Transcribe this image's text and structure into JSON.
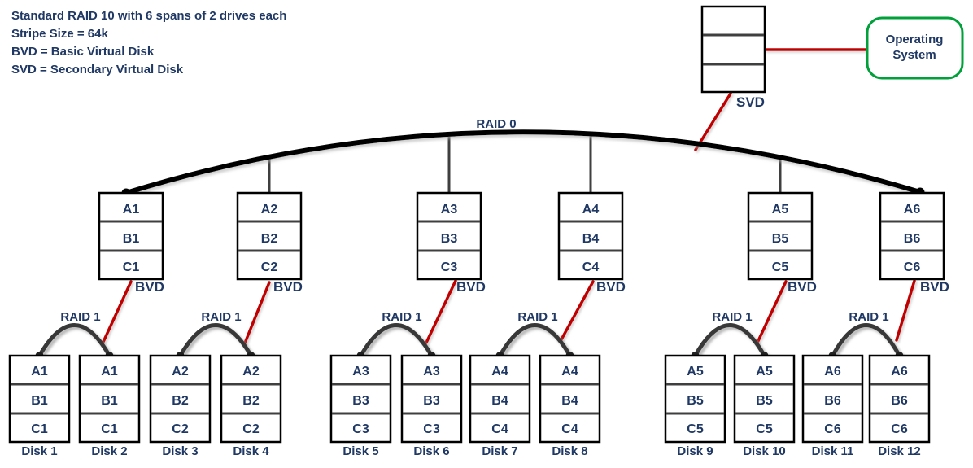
{
  "legend": {
    "lines": [
      "Standard RAID 10 with 6 spans of 2 drives each",
      "Stripe Size = 64k",
      "BVD = Basic Virtual Disk",
      "SVD = Secondary Virtual Disk"
    ]
  },
  "svd": {
    "label": "SVD"
  },
  "operating_system": {
    "lines": [
      "Operating",
      "System"
    ]
  },
  "raid0": {
    "label": "RAID 0"
  },
  "colors": {
    "text_navy": "#1F3864",
    "connector_red": "#C00000",
    "os_border_green": "#00A13A",
    "arc_black": "#000000",
    "divider_gray": "#3F3F3F"
  },
  "groups": [
    {
      "raid1_label": "RAID 1",
      "bvd": {
        "label": "BVD",
        "cells": [
          "A1",
          "B1",
          "C1"
        ]
      },
      "disks": [
        {
          "name": "Disk 1",
          "cells": [
            "A1",
            "B1",
            "C1"
          ]
        },
        {
          "name": "Disk 2",
          "cells": [
            "A1",
            "B1",
            "C1"
          ]
        }
      ]
    },
    {
      "raid1_label": "RAID 1",
      "bvd": {
        "label": "BVD",
        "cells": [
          "A2",
          "B2",
          "C2"
        ]
      },
      "disks": [
        {
          "name": "Disk 3",
          "cells": [
            "A2",
            "B2",
            "C2"
          ]
        },
        {
          "name": "Disk 4",
          "cells": [
            "A2",
            "B2",
            "C2"
          ]
        }
      ]
    },
    {
      "raid1_label": "RAID 1",
      "bvd": {
        "label": "BVD",
        "cells": [
          "A3",
          "B3",
          "C3"
        ]
      },
      "disks": [
        {
          "name": "Disk 5",
          "cells": [
            "A3",
            "B3",
            "C3"
          ]
        },
        {
          "name": "Disk 6",
          "cells": [
            "A3",
            "B3",
            "C3"
          ]
        }
      ]
    },
    {
      "raid1_label": "RAID 1",
      "bvd": {
        "label": "BVD",
        "cells": [
          "A4",
          "B4",
          "C4"
        ]
      },
      "disks": [
        {
          "name": "Disk 7",
          "cells": [
            "A4",
            "B4",
            "C4"
          ]
        },
        {
          "name": "Disk 8",
          "cells": [
            "A4",
            "B4",
            "C4"
          ]
        }
      ]
    },
    {
      "raid1_label": "RAID 1",
      "bvd": {
        "label": "BVD",
        "cells": [
          "A5",
          "B5",
          "C5"
        ]
      },
      "disks": [
        {
          "name": "Disk 9",
          "cells": [
            "A5",
            "B5",
            "C5"
          ]
        },
        {
          "name": "Disk 10",
          "cells": [
            "A5",
            "B5",
            "C5"
          ]
        }
      ]
    },
    {
      "raid1_label": "RAID 1",
      "bvd": {
        "label": "BVD",
        "cells": [
          "A6",
          "B6",
          "C6"
        ]
      },
      "disks": [
        {
          "name": "Disk 11",
          "cells": [
            "A6",
            "B6",
            "C6"
          ]
        },
        {
          "name": "Disk 12",
          "cells": [
            "A6",
            "B6",
            "C6"
          ]
        }
      ]
    }
  ]
}
